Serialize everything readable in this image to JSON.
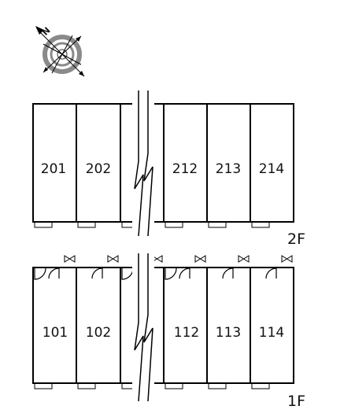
{
  "compass": {
    "north_letter": "N",
    "icon": "compass-rose-icon",
    "ring_color": "#9a9a9a"
  },
  "floors": [
    {
      "label": "2F",
      "units": [
        "201",
        "202",
        "",
        "212",
        "213",
        "214"
      ]
    },
    {
      "label": "1F",
      "units": [
        "101",
        "102",
        "",
        "112",
        "113",
        "114"
      ]
    }
  ],
  "colors": {
    "wall": "#000000",
    "background": "#ffffff"
  }
}
